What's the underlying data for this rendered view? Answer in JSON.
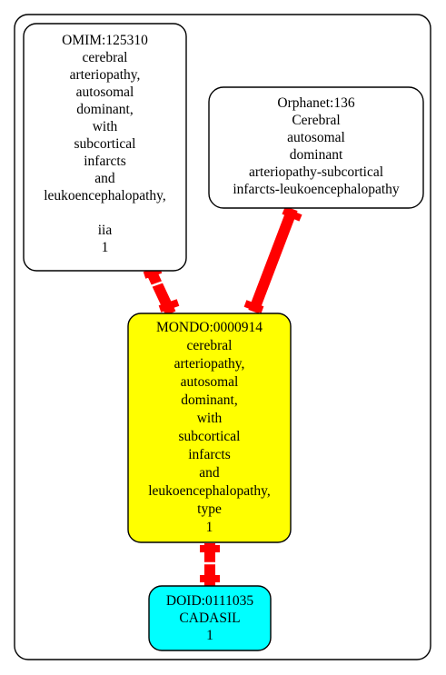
{
  "colors": {
    "edge": "#ff0000",
    "node_default": "#ffffff",
    "node_mondo": "#ffff00",
    "node_doid": "#00ffff",
    "outline": "#000000"
  },
  "nodes": {
    "omim": {
      "lines": [
        "OMIM:125310",
        "cerebral",
        "arteriopathy,",
        "autosomal",
        "dominant,",
        "with",
        "subcortical",
        "infarcts",
        "and",
        "leukoencephalopathy,",
        "",
        "iia",
        "1"
      ]
    },
    "orphanet": {
      "lines": [
        "Orphanet:136",
        "Cerebral",
        "autosomal",
        "dominant",
        "arteriopathy-subcortical",
        "infarcts-leukoencephalopathy"
      ]
    },
    "mondo": {
      "lines": [
        "MONDO:0000914",
        "cerebral",
        "arteriopathy,",
        "autosomal",
        "dominant,",
        "with",
        "subcortical",
        "infarcts",
        "and",
        "leukoencephalopathy,",
        "type",
        "1"
      ]
    },
    "doid": {
      "lines": [
        "DOID:0111035",
        "CADASIL",
        "1"
      ]
    }
  },
  "edges": [
    {
      "from": "omim",
      "to": "mondo"
    },
    {
      "from": "orphanet",
      "to": "mondo"
    },
    {
      "from": "mondo",
      "to": "doid"
    }
  ]
}
